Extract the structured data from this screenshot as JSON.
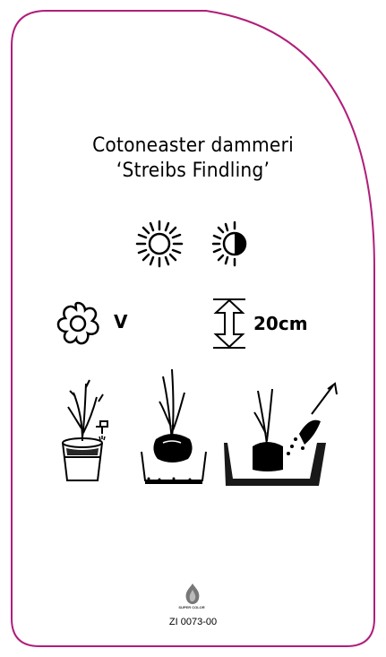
{
  "label": {
    "border_color": "#b01e7a",
    "plant_name_line1": "Cotoneaster dammeri",
    "plant_name_line2": "‘Streibs Findling’",
    "light_icons": [
      "full-sun-icon",
      "half-shade-icon"
    ],
    "flowering_icon": "flower-icon",
    "flowering_month": "V",
    "height_icon": "height-arrow-icon",
    "height": "20cm",
    "care_icons": [
      "watering-bucket-icon",
      "soaking-rootball-icon",
      "planting-icon"
    ],
    "brand_logo": "super-color-logo",
    "brand_text": "SUPER COLOR",
    "product_code": "ZI 0073-00"
  }
}
